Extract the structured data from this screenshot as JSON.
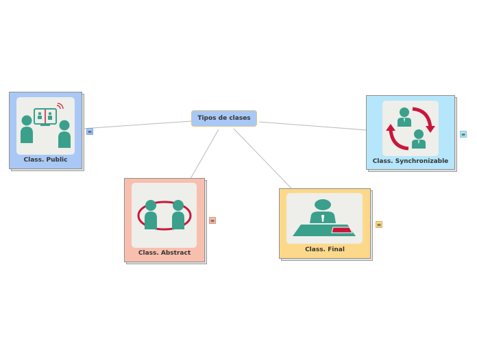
{
  "map": {
    "central_topic": "Tipos de clases",
    "topics": [
      {
        "id": "public",
        "label": "Class. Public",
        "color": "#a9c8f5",
        "icon": "video-call-icon"
      },
      {
        "id": "abstract",
        "label": "Class. Abstract",
        "color": "#f8bfae",
        "icon": "two-people-circle-icon"
      },
      {
        "id": "final",
        "label": "Class. Final",
        "color": "#fcd98a",
        "icon": "meeting-table-icon"
      },
      {
        "id": "synchronizable",
        "label": "Class. Synchronizable",
        "color": "#b5e6fb",
        "icon": "people-sync-icon"
      }
    ],
    "note_icon": "≡",
    "colors": {
      "teal": "#3aa08b",
      "crimson": "#c8163a",
      "line": "#b8b8b8"
    }
  }
}
